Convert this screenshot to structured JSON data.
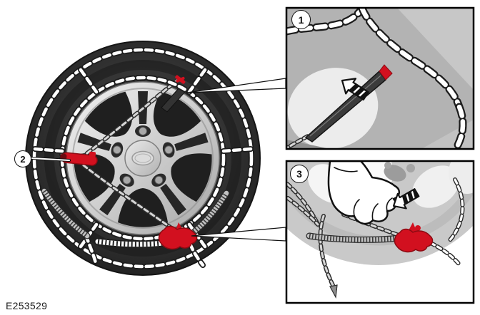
{
  "figure": {
    "code": "E253529"
  },
  "callouts": [
    {
      "label": "1"
    },
    {
      "label": "2"
    },
    {
      "label": "3"
    }
  ],
  "colors": {
    "accent_red": "#d2101f",
    "accent_red_dark": "#8c0a12",
    "tire_black": "#2b2b2b",
    "wheel_silver": "#d8d8d8",
    "panel_gray": "#b3b3b3",
    "chain_white": "#ffffff",
    "outline_black": "#1c1c1c"
  },
  "icons": {
    "panel_1_arrow": "push-direction-arrow-down-left",
    "panel_3_arrow": "pull-direction-arrow-up-left"
  }
}
